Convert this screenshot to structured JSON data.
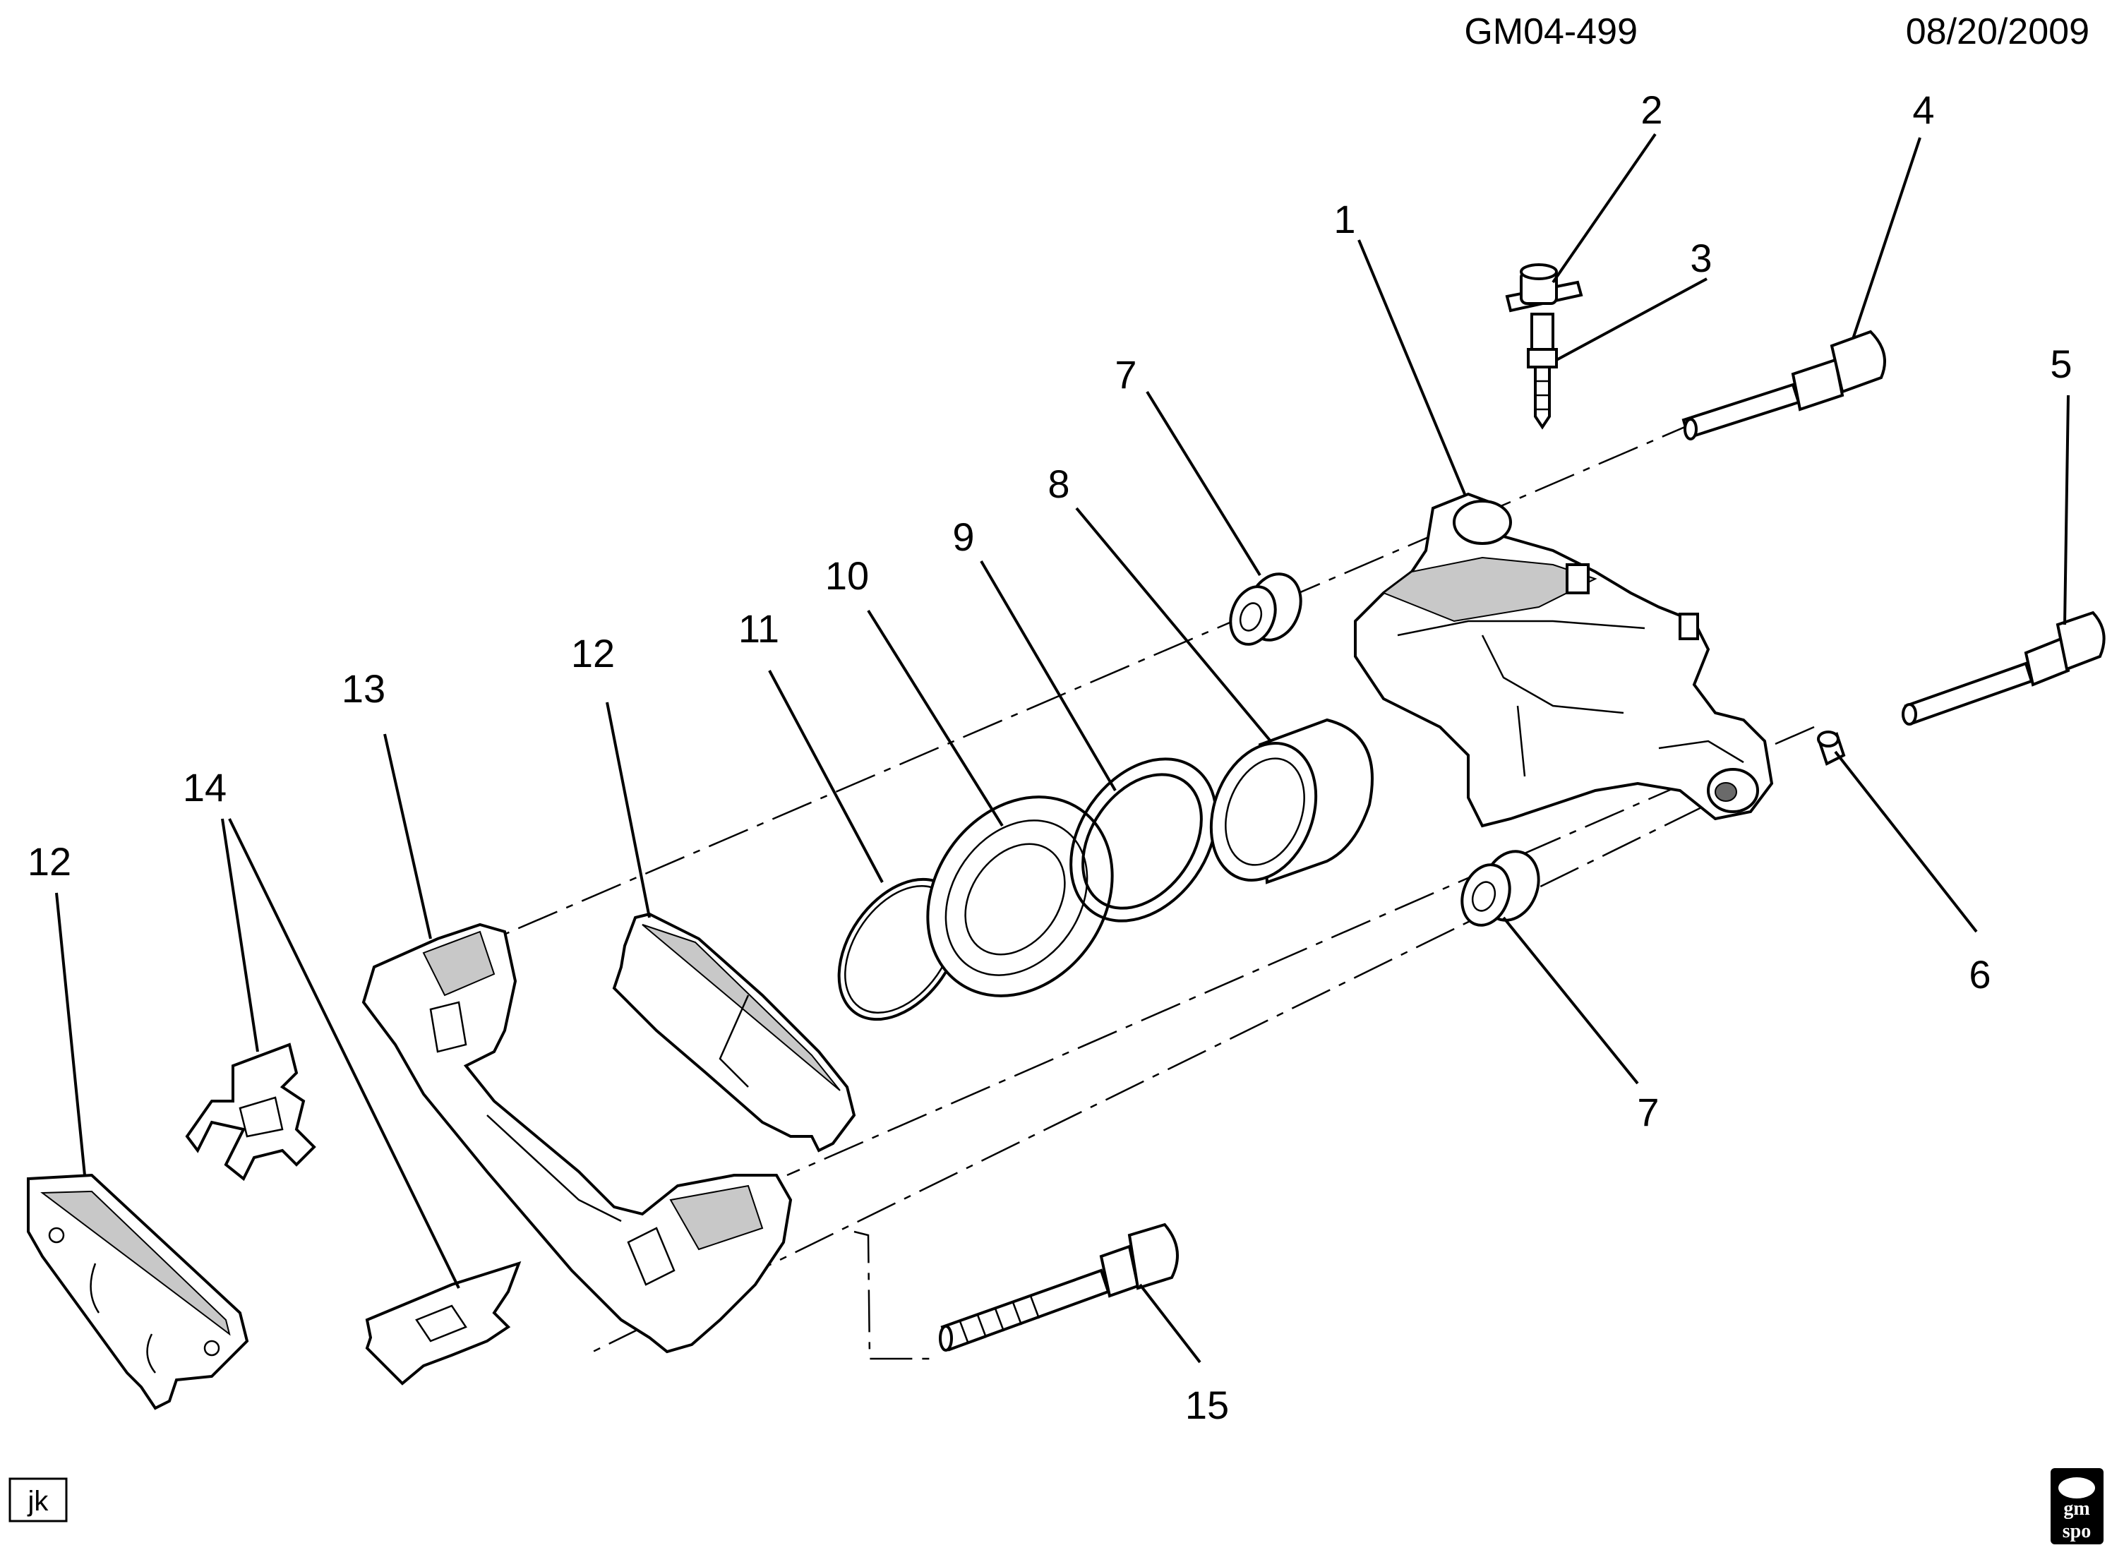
{
  "header": {
    "code": "GM04-499",
    "date": "08/20/2009"
  },
  "callouts": {
    "c1": "1",
    "c2": "2",
    "c3": "3",
    "c4": "4",
    "c5": "5",
    "c6": "6",
    "c7a": "7",
    "c7b": "7",
    "c8": "8",
    "c9": "9",
    "c10": "10",
    "c11": "11",
    "c12a": "12",
    "c12b": "12",
    "c13": "13",
    "c14": "14",
    "c15": "15"
  },
  "footer": {
    "initials": "jk",
    "logo_top": "gm",
    "logo_bottom": "spo"
  }
}
